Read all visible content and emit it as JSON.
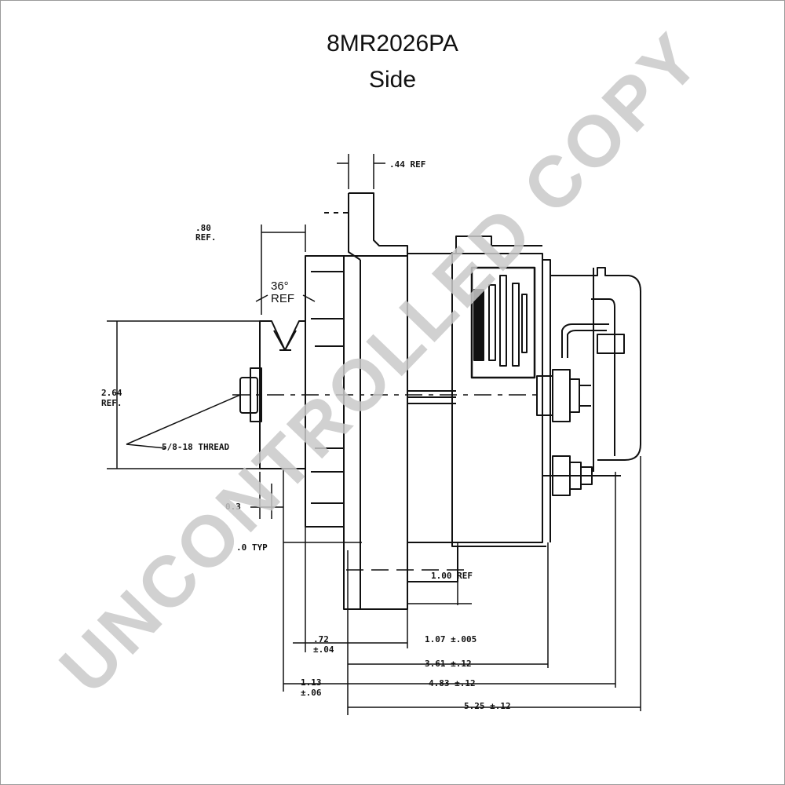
{
  "title": "8MR2026PA",
  "subtitle": "Side",
  "watermark": "UNCONTROLLED COPY",
  "dimensions": {
    "pad_width": ".44 REF",
    "pulley_width_value": ".80",
    "pulley_width_ref": "REF.",
    "groove_angle": "36°",
    "groove_angle_ref": "REF",
    "pulley_diameter_value": "2.64",
    "pulley_diameter_ref": "REF.",
    "thread": "5/8-18 THREAD",
    "offset_small": "0.3",
    "offset_typ": ".0 TYP",
    "mount_ref": "1.00 REF",
    "d_072": ".72",
    "d_072_tol": "±.04",
    "d_107": "1.07 ±.005",
    "d_361": "3.61 ±.12",
    "d_113": "1.13",
    "d_113_tol": "±.06",
    "d_483": "4.83 ±.12",
    "d_525": "5.25 ±.12"
  }
}
